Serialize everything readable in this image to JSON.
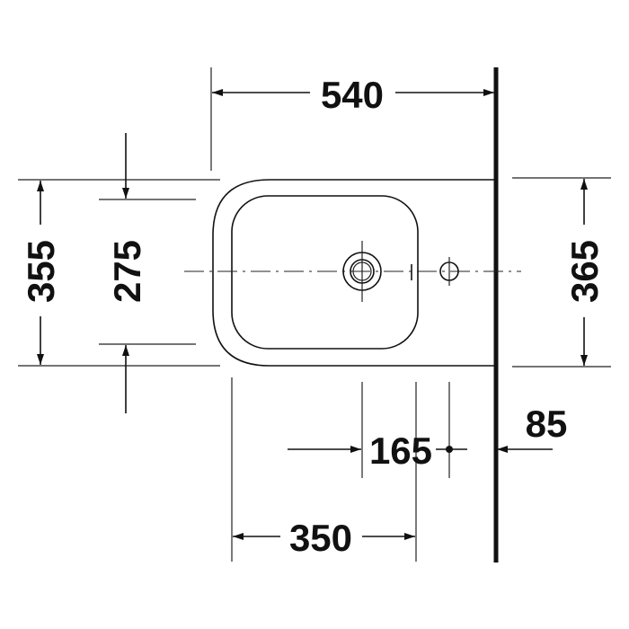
{
  "dimensions": {
    "overall_length": "540",
    "overall_width": "355",
    "bowl_width": "275",
    "mount_width": "365",
    "tap_to_drain": "165",
    "tap_to_wall": "85",
    "front_to_drain": "350"
  },
  "colors": {
    "line": "#111111",
    "background": "#ffffff"
  }
}
